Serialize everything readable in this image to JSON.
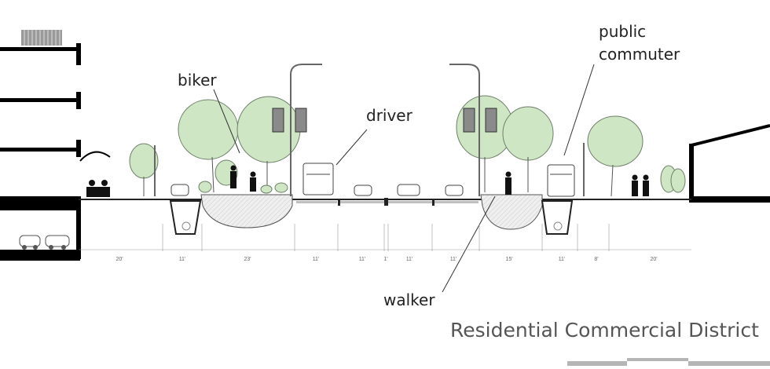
{
  "annotations": {
    "biker": "biker",
    "driver": "driver",
    "public_commuter_line1": "public",
    "public_commuter_line2": "commuter",
    "walker": "walker"
  },
  "title": "Residential Commercial District",
  "dimensions": [
    "20'",
    "11'",
    "23'",
    "11'",
    "11'",
    "1'",
    "11'",
    "11'",
    "15'",
    "11'",
    "8'",
    "20'"
  ],
  "colors": {
    "tree_fill": "#cfe6c4",
    "tree_outline": "#6d7f6a",
    "building": "#000000",
    "pavement": "#bfbfbf",
    "title_text": "#555555"
  }
}
